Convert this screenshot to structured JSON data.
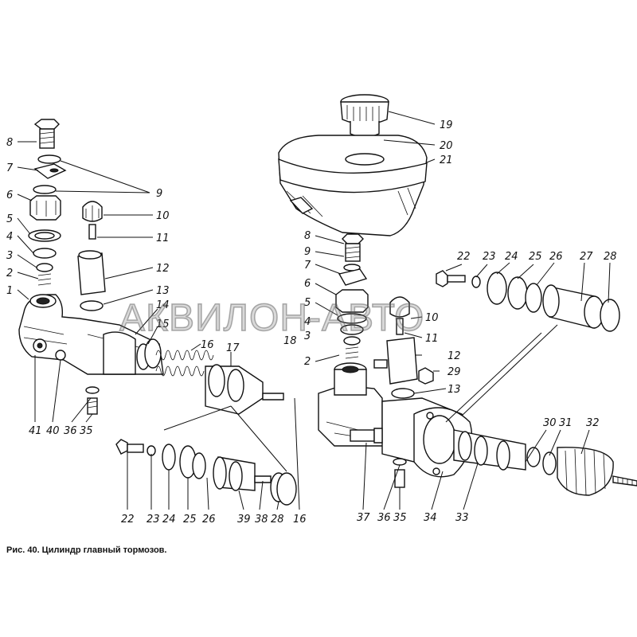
{
  "caption": "Рис. 40. Цилиндр главный тормозов.",
  "watermark": "АКВИЛОН-АВТО",
  "callouts": {
    "l8": "8",
    "l7": "7",
    "l6": "6",
    "l5": "5",
    "l4": "4",
    "l3": "3",
    "l2": "2",
    "l1": "1",
    "l9": "9",
    "l10": "10",
    "l11": "11",
    "l12": "12",
    "l13": "13",
    "l14": "14",
    "l15": "15",
    "l16a": "16",
    "l17": "17",
    "l41": "41",
    "l40": "40",
    "l36a": "36",
    "l35a": "35",
    "l22a": "22",
    "l23a": "23",
    "l24a": "24",
    "l25a": "25",
    "l26a": "26",
    "l39": "39",
    "l38": "38",
    "l28a": "28",
    "l16b": "16",
    "l19": "19",
    "l20": "20",
    "l21": "21",
    "m8": "8",
    "m9": "9",
    "m7": "7",
    "m6": "6",
    "m5": "5",
    "m4": "4",
    "m3": "3",
    "m18": "18",
    "m2": "2",
    "m10": "10",
    "m11": "11",
    "m12": "12",
    "m29": "29",
    "m13": "13",
    "r22": "22",
    "r23": "23",
    "r24": "24",
    "r25": "25",
    "r26": "26",
    "r27": "27",
    "r28": "28",
    "r30": "30",
    "r31": "31",
    "r32": "32",
    "r33": "33",
    "r34": "34",
    "r37": "37",
    "r36": "36",
    "r35": "35"
  }
}
